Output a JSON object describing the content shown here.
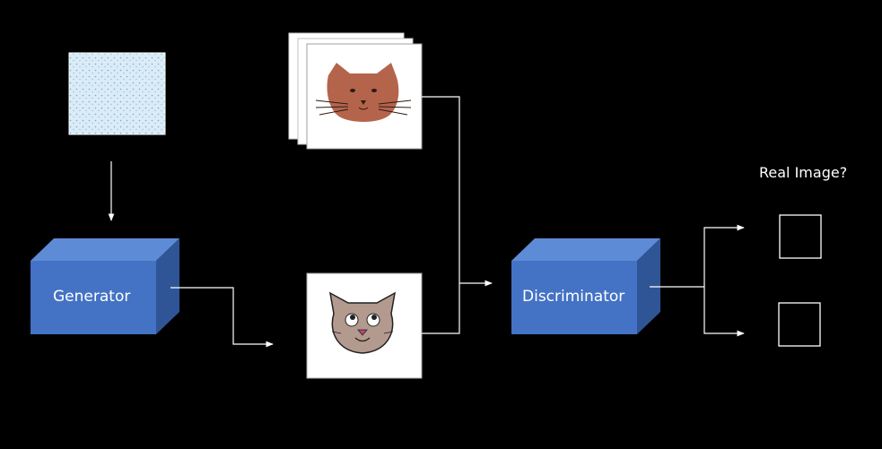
{
  "generator": {
    "label": "Generator",
    "color": "#4472c4"
  },
  "discriminator": {
    "label": "Discriminator",
    "color": "#4472c4"
  },
  "output": {
    "question": "Real Image?",
    "choices": 2
  },
  "noise": {
    "icon": "noise-pattern-icon",
    "color": "#cfe3f2"
  },
  "real_images": {
    "icon": "real-cat-photo-icon",
    "stack_count": 3,
    "cat_color": "#b5644c"
  },
  "generated_image": {
    "icon": "cartoon-cat-icon",
    "cat_color": "#b39a8e"
  },
  "colors": {
    "background": "#000000",
    "lines": "#ffffff"
  }
}
